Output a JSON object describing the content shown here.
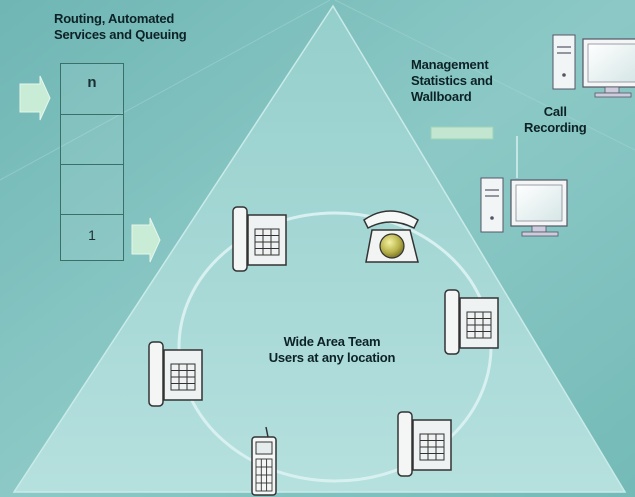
{
  "labels": {
    "routing": "Routing, Automated\nServices and Queuing",
    "management": "Management\nStatistics and\nWallboard",
    "recording": "Call\nRecording",
    "team": "Wide Area Team\nUsers at any location"
  },
  "queue": {
    "top_slot": "n",
    "bottom_slot": "1"
  },
  "colors": {
    "background": "#7fc0bd",
    "triangle": "#a9d9d6",
    "ring": "#d8f0f0",
    "arrow": "#c8ecd6",
    "wallboard": "#c2e6cf"
  },
  "icons": [
    "desk-phone-icon",
    "rotary-phone-icon",
    "mobile-phone-icon",
    "computer-icon"
  ]
}
